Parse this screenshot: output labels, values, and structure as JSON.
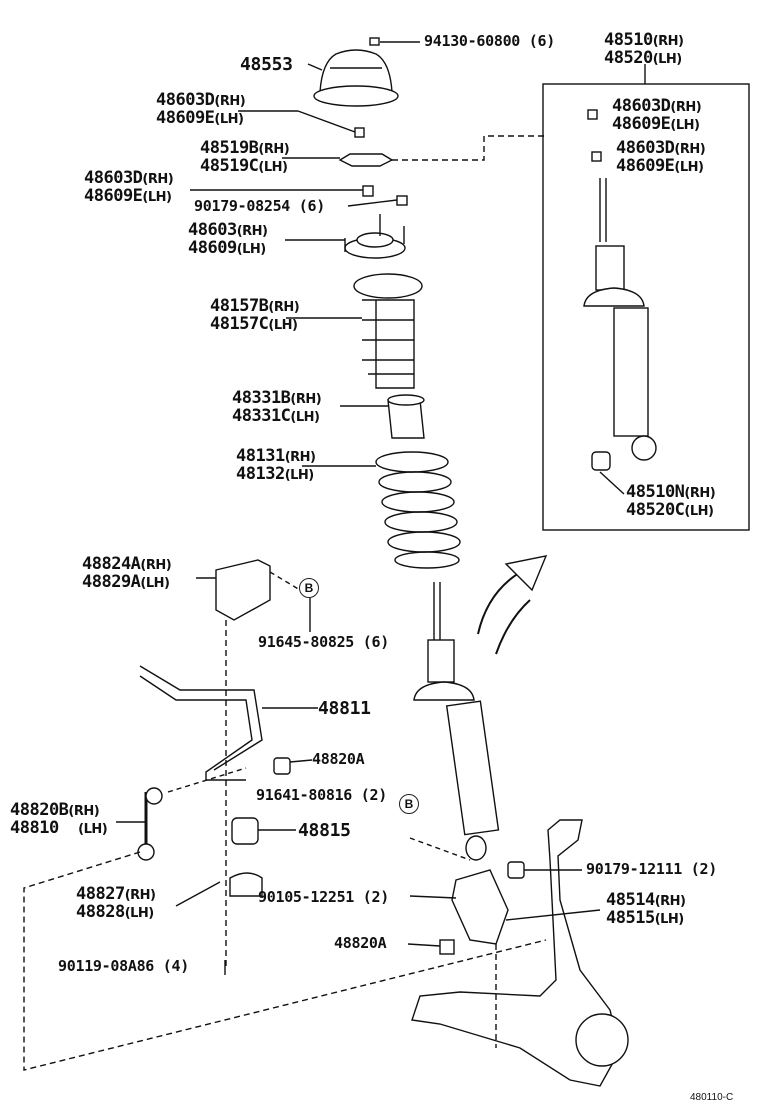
{
  "parts": {
    "p94130": "94130-60800 (6)",
    "p48553": "48553",
    "p48510": {
      "a": "48510",
      "a_sfx": "(RH)",
      "b": "48520",
      "b_sfx": "(LH)"
    },
    "p48603D_top": {
      "a": "48603D",
      "a_sfx": "(RH)",
      "b": "48609E",
      "b_sfx": "(LH)"
    },
    "p48519": {
      "a": "48519B",
      "a_sfx": "(RH)",
      "b": "48519C",
      "b_sfx": "(LH)"
    },
    "p48603D_mid": {
      "a": "48603D",
      "a_sfx": "(RH)",
      "b": "48609E",
      "b_sfx": "(LH)"
    },
    "p90179_08254": "90179-08254 (6)",
    "p48603": {
      "a": "48603",
      "a_sfx": "(RH)",
      "b": "48609",
      "b_sfx": "(LH)"
    },
    "p48157": {
      "a": "48157B",
      "a_sfx": "(RH)",
      "b": "48157C",
      "b_sfx": "(LH)"
    },
    "p48331": {
      "a": "48331B",
      "a_sfx": "(RH)",
      "b": "48331C",
      "b_sfx": "(LH)"
    },
    "p48131": {
      "a": "48131",
      "a_sfx": "(RH)",
      "b": "48132",
      "b_sfx": "(LH)"
    },
    "p48824": {
      "a": "48824A",
      "a_sfx": "(RH)",
      "b": "48829A",
      "b_sfx": "(LH)"
    },
    "p91645": "91645-80825 (6)",
    "p48811": "48811",
    "p48820A_up": "48820A",
    "p48820B": {
      "a": "48820B",
      "a_sfx": "(RH)",
      "b": "48810",
      "b_sfx": "(LH)"
    },
    "p91641": "91641-80816 (2)",
    "p48815": "48815",
    "p48827": {
      "a": "48827",
      "a_sfx": "(RH)",
      "b": "48828",
      "b_sfx": "(LH)"
    },
    "p90105": "90105-12251 (2)",
    "p90179_12111": "90179-12111 (2)",
    "p48514": {
      "a": "48514",
      "a_sfx": "(RH)",
      "b": "48515",
      "b_sfx": "(LH)"
    },
    "p48820A_low": "48820A",
    "p90119": "90119-08A86 (4)",
    "inset_a": {
      "a": "48603D",
      "a_sfx": "(RH)",
      "b": "48609E",
      "b_sfx": "(LH)"
    },
    "inset_b": {
      "a": "48603D",
      "a_sfx": "(RH)",
      "b": "48609E",
      "b_sfx": "(LH)"
    },
    "inset_c": {
      "a": "48510N",
      "a_sfx": "(RH)",
      "b": "48520C",
      "b_sfx": "(LH)"
    }
  },
  "callouts": {
    "b1": "B",
    "b2": "B"
  },
  "figure_code": "480110-C"
}
